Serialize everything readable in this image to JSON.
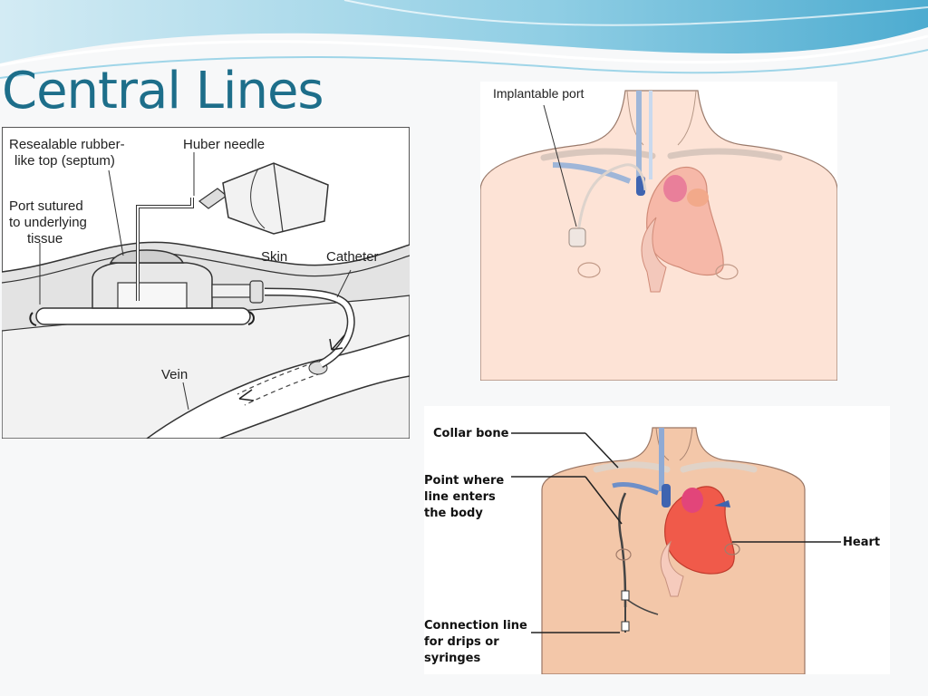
{
  "slide": {
    "title": "Central Lines",
    "colors": {
      "title": "#1d6e8a",
      "wave_light": "#bfe3f0",
      "wave_dark": "#3aa7cf"
    }
  },
  "port_diagram": {
    "labels": {
      "septum_line1": "Resealable rubber-",
      "septum_line2": "like top (septum)",
      "needle": "Huber needle",
      "sutured_line1": "Port sutured",
      "sutured_line2": "to underlying",
      "sutured_line3": "tissue",
      "skin": "Skin",
      "catheter": "Catheter",
      "vein": "Vein"
    }
  },
  "implant_diagram": {
    "labels": {
      "port": "Implantable port"
    }
  },
  "picc_diagram": {
    "labels": {
      "collar_bone": "Collar bone",
      "entry_line1": "Point where",
      "entry_line2": "line enters",
      "entry_line3": "the body",
      "heart": "Heart",
      "conn_line1": "Connection line",
      "conn_line2": "for drips or",
      "conn_line3": "syringes"
    }
  }
}
